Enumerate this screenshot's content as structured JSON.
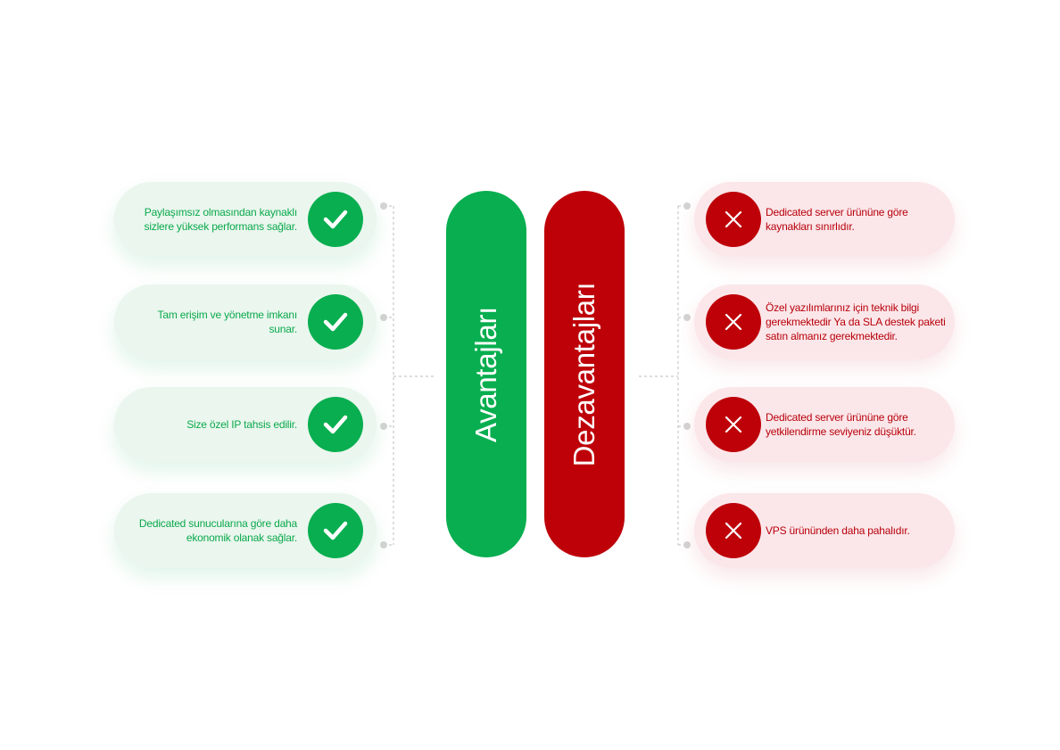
{
  "advantages": {
    "title": "Avantajları",
    "items": [
      {
        "text": "Paylaşımsız olmasından kaynaklı sizlere yüksek performans sağlar.",
        "icon": "check-icon"
      },
      {
        "text": "Tam erişim ve yönetme imkanı sunar.",
        "icon": "check-icon"
      },
      {
        "text": "Size özel IP tahsis edilir.",
        "icon": "check-icon"
      },
      {
        "text": "Dedicated sunucularına göre daha ekonomik olanak sağlar.",
        "icon": "check-icon"
      }
    ]
  },
  "disadvantages": {
    "title": "Dezavantajları",
    "items": [
      {
        "text": "Dedicated server ürününe göre kaynakları sınırlıdır.",
        "icon": "close-icon"
      },
      {
        "text": "Özel yazılımlarınız için teknik bilgi gerekmektedir Ya da SLA destek paketi satın almanız gerekmektedir.",
        "icon": "close-icon"
      },
      {
        "text": "Dedicated server ürününe göre yetkilendirme seviyeniz düşüktür.",
        "icon": "close-icon"
      },
      {
        "text": "VPS ürününden daha pahalıdır.",
        "icon": "close-icon"
      }
    ]
  },
  "colors": {
    "advantage": "#08ae4f",
    "disadvantage": "#be0109",
    "advantage_card_bg": "#eaf6ee",
    "disadvantage_card_bg": "#fbe7ea"
  }
}
